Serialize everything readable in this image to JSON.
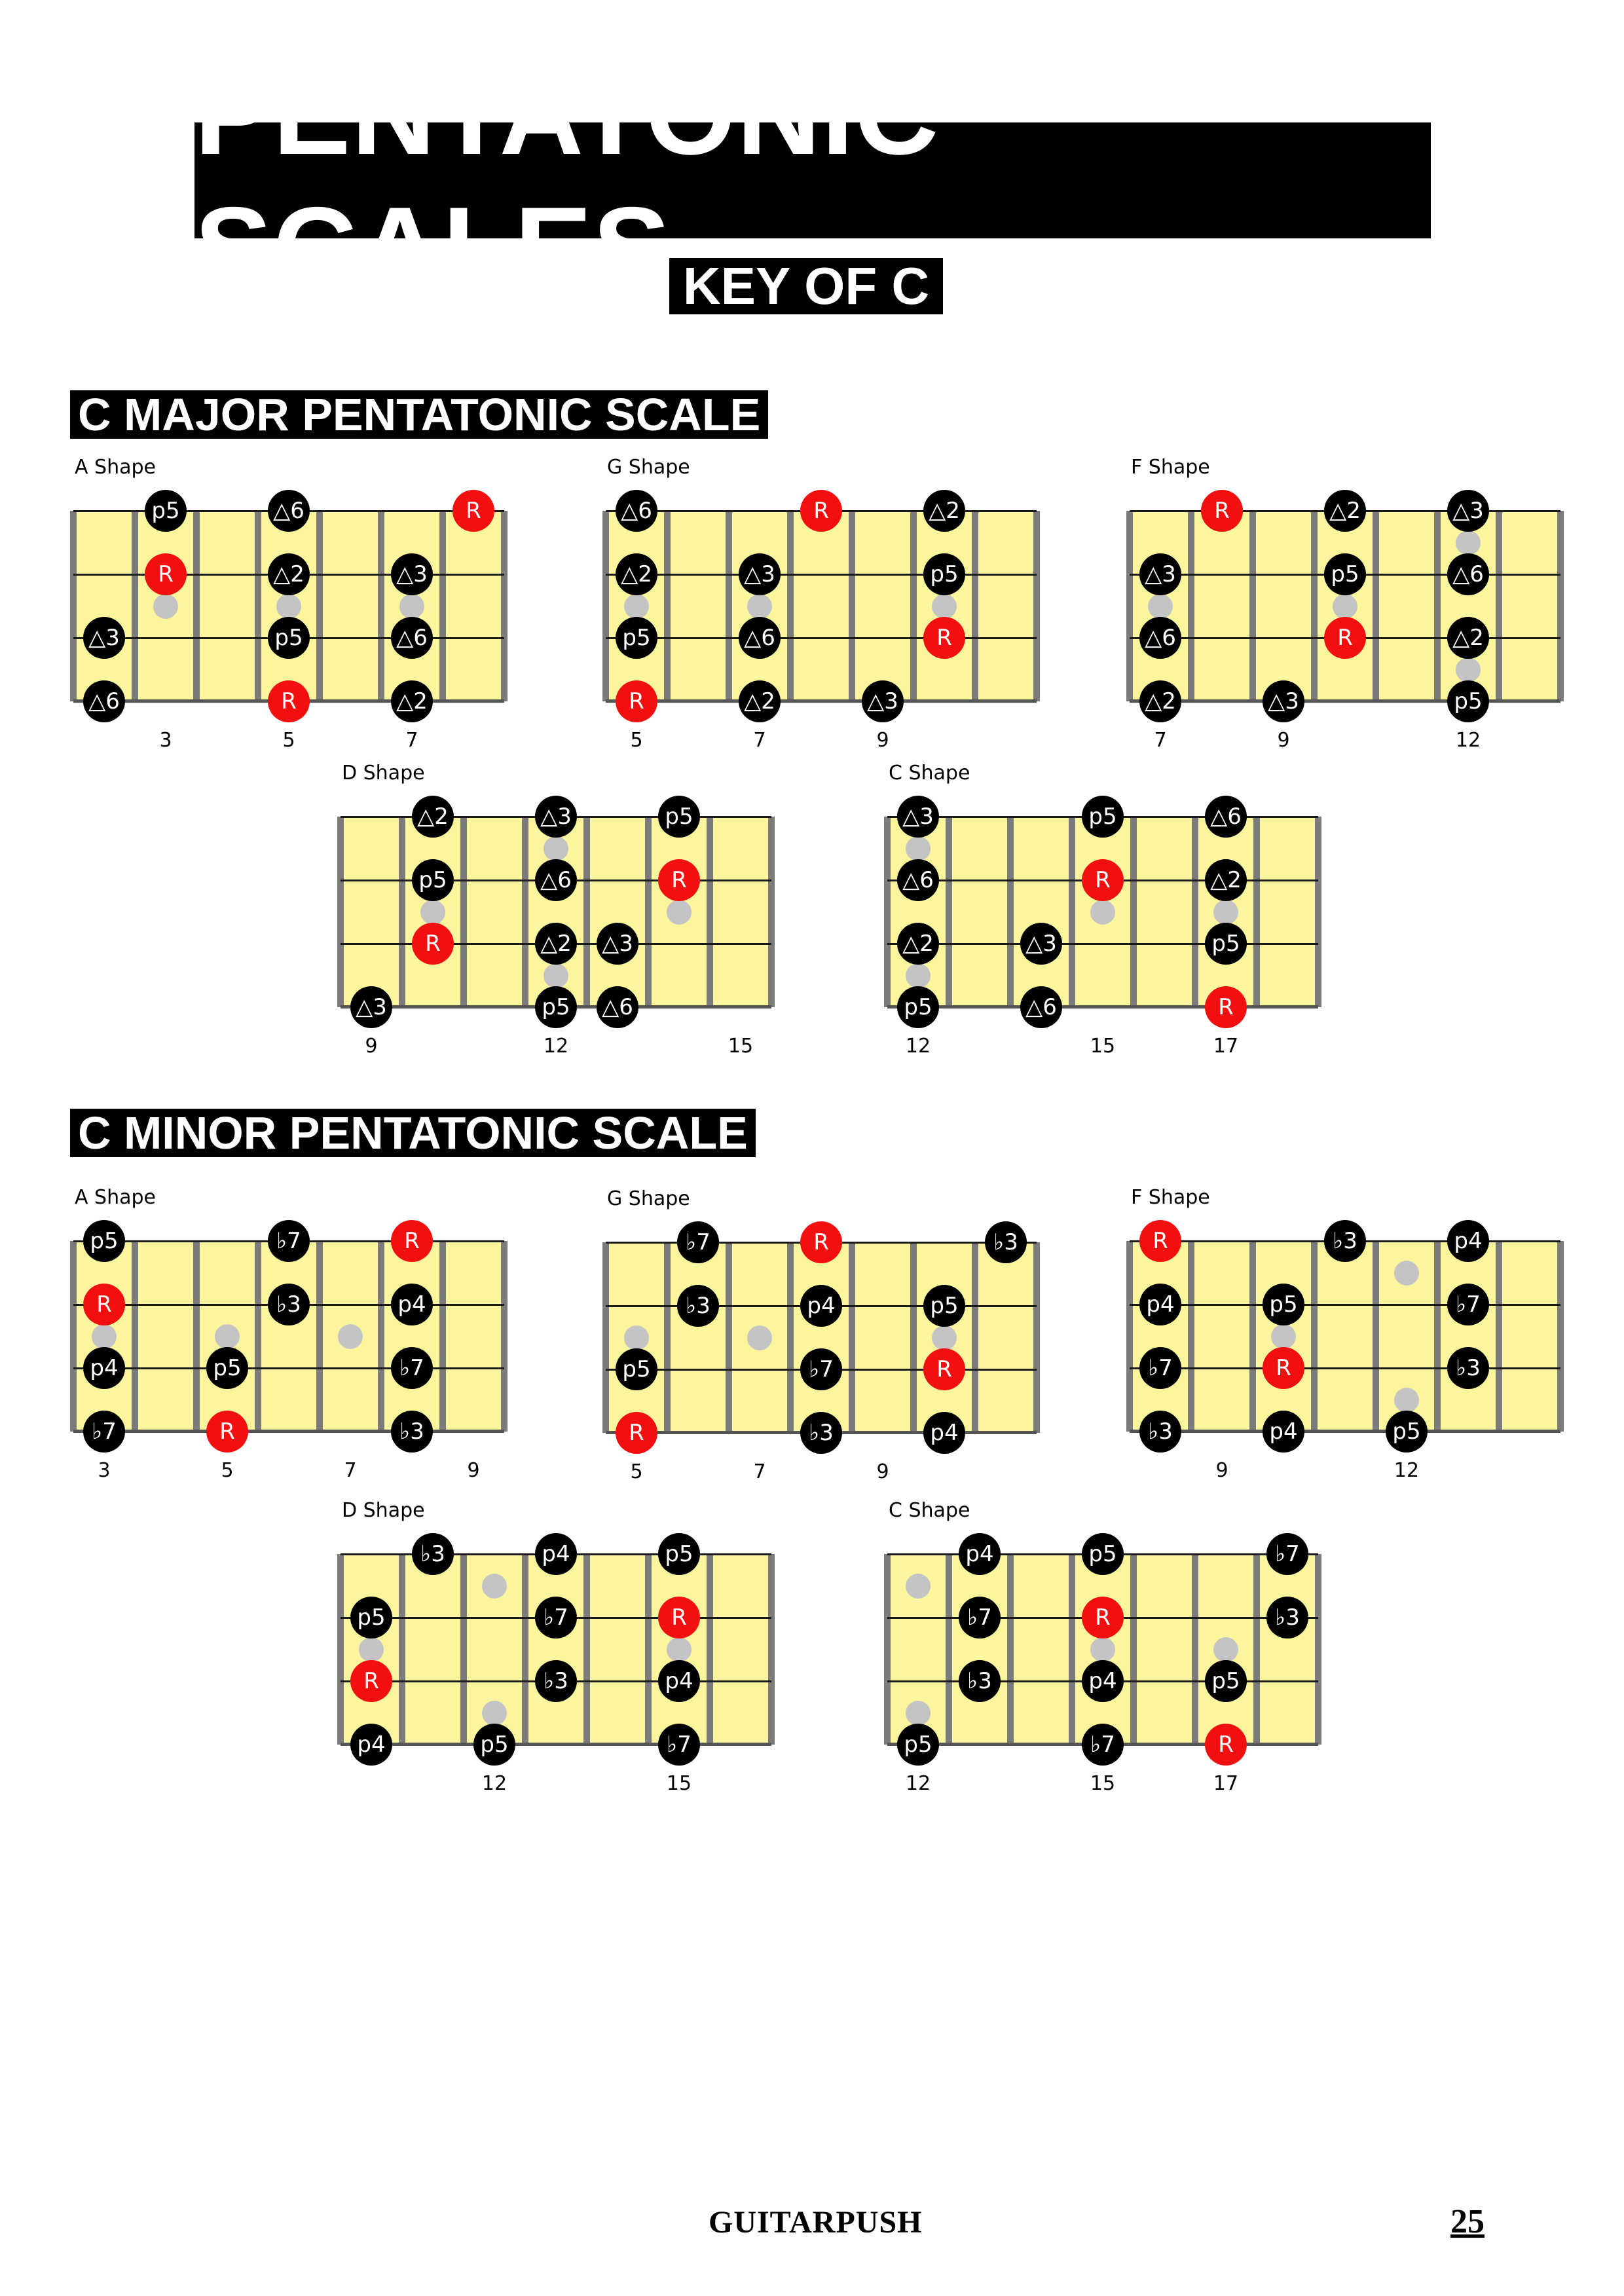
{
  "title": "PENTATONIC SCALES",
  "subtitle": "KEY OF C",
  "sections": [
    {
      "title": "C MAJOR PENTATONIC SCALE",
      "diagrams": [
        {
          "name": "A Shape",
          "fret_numbers": [
            "3",
            "5",
            "7"
          ],
          "notes": [
            [
              "p5",
              1,
              0,
              "n"
            ],
            [
              "△6",
              3,
              0,
              "n"
            ],
            [
              "R",
              6,
              0,
              "r"
            ],
            [
              "R",
              1,
              1,
              "r"
            ],
            [
              "△2",
              3,
              1,
              "n"
            ],
            [
              "△3",
              5,
              1,
              "n"
            ],
            [
              "△3",
              0,
              2,
              "n"
            ],
            [
              "p5",
              3,
              2,
              "n"
            ],
            [
              "△6",
              5,
              2,
              "n"
            ],
            [
              "△6",
              0,
              3,
              "n"
            ],
            [
              "R",
              3,
              3,
              "r"
            ],
            [
              "△2",
              5,
              3,
              "n"
            ]
          ],
          "markers": [
            [
              1,
              1.5
            ],
            [
              3,
              1.5
            ],
            [
              5,
              1.5
            ]
          ]
        },
        {
          "name": "G Shape",
          "fret_numbers": [
            "5",
            "7",
            "9"
          ],
          "notes": [
            [
              "△6",
              0,
              0,
              "n"
            ],
            [
              "R",
              3,
              0,
              "r"
            ],
            [
              "△2",
              5,
              0,
              "n"
            ],
            [
              "△2",
              0,
              1,
              "n"
            ],
            [
              "△3",
              2,
              1,
              "n"
            ],
            [
              "p5",
              5,
              1,
              "n"
            ],
            [
              "p5",
              0,
              2,
              "n"
            ],
            [
              "△6",
              2,
              2,
              "n"
            ],
            [
              "R",
              5,
              2,
              "r"
            ],
            [
              "R",
              0,
              3,
              "r"
            ],
            [
              "△2",
              2,
              3,
              "n"
            ],
            [
              "△3",
              4,
              3,
              "n"
            ]
          ],
          "markers": [
            [
              0,
              1.5
            ],
            [
              2,
              1.5
            ],
            [
              5,
              1.5
            ]
          ]
        },
        {
          "name": "F Shape",
          "fret_numbers": [
            "7",
            "9",
            "12"
          ],
          "notes": [
            [
              "R",
              1,
              0,
              "r"
            ],
            [
              "△2",
              3,
              0,
              "n"
            ],
            [
              "△3",
              5,
              0,
              "n"
            ],
            [
              "△3",
              0,
              1,
              "n"
            ],
            [
              "p5",
              3,
              1,
              "n"
            ],
            [
              "△6",
              5,
              1,
              "n"
            ],
            [
              "△6",
              0,
              2,
              "n"
            ],
            [
              "R",
              3,
              2,
              "r"
            ],
            [
              "△2",
              5,
              2,
              "n"
            ],
            [
              "△2",
              0,
              3,
              "n"
            ],
            [
              "△3",
              2,
              3,
              "n"
            ],
            [
              "p5",
              5,
              3,
              "n"
            ]
          ],
          "markers": [
            [
              0,
              1.5
            ],
            [
              3,
              1.5
            ],
            [
              5,
              0.5
            ],
            [
              5,
              2.5
            ]
          ]
        },
        {
          "name": "D Shape",
          "fret_numbers": [
            "9",
            "12",
            "15"
          ],
          "notes": [
            [
              "△2",
              1,
              0,
              "n"
            ],
            [
              "△3",
              3,
              0,
              "n"
            ],
            [
              "p5",
              5,
              0,
              "n"
            ],
            [
              "p5",
              1,
              1,
              "n"
            ],
            [
              "△6",
              3,
              1,
              "n"
            ],
            [
              "R",
              5,
              1,
              "r"
            ],
            [
              "R",
              1,
              2,
              "r"
            ],
            [
              "△2",
              3,
              2,
              "n"
            ],
            [
              "△3",
              4,
              2,
              "n"
            ],
            [
              "△3",
              0,
              3,
              "n"
            ],
            [
              "p5",
              3,
              3,
              "n"
            ],
            [
              "△6",
              4,
              3,
              "n"
            ]
          ],
          "markers": [
            [
              3,
              0.5
            ],
            [
              1,
              1.5
            ],
            [
              5,
              1.5
            ],
            [
              3,
              2.5
            ]
          ]
        },
        {
          "name": "C Shape",
          "fret_numbers": [
            "12",
            "15",
            "17"
          ],
          "notes": [
            [
              "△3",
              0,
              0,
              "n"
            ],
            [
              "p5",
              3,
              0,
              "n"
            ],
            [
              "△6",
              5,
              0,
              "n"
            ],
            [
              "△6",
              0,
              1,
              "n"
            ],
            [
              "R",
              3,
              1,
              "r"
            ],
            [
              "△2",
              5,
              1,
              "n"
            ],
            [
              "△2",
              0,
              2,
              "n"
            ],
            [
              "△3",
              2,
              2,
              "n"
            ],
            [
              "p5",
              5,
              2,
              "n"
            ],
            [
              "p5",
              0,
              3,
              "n"
            ],
            [
              "△6",
              2,
              3,
              "n"
            ],
            [
              "R",
              5,
              3,
              "r"
            ]
          ],
          "markers": [
            [
              0,
              0.5
            ],
            [
              3,
              1.5
            ],
            [
              5,
              1.5
            ],
            [
              0,
              2.5
            ]
          ]
        }
      ]
    },
    {
      "title": "C MINOR PENTATONIC SCALE",
      "diagrams": [
        {
          "name": "A Shape",
          "fret_numbers": [
            "3",
            "5",
            "7",
            "9"
          ],
          "notes": [
            [
              "p5",
              0,
              0,
              "n"
            ],
            [
              "♭7",
              3,
              0,
              "n"
            ],
            [
              "R",
              5,
              0,
              "r"
            ],
            [
              "R",
              0,
              1,
              "r"
            ],
            [
              "♭3",
              3,
              1,
              "n"
            ],
            [
              "p4",
              5,
              1,
              "n"
            ],
            [
              "p4",
              0,
              2,
              "n"
            ],
            [
              "p5",
              2,
              2,
              "n"
            ],
            [
              "♭7",
              5,
              2,
              "n"
            ],
            [
              "♭7",
              0,
              3,
              "n"
            ],
            [
              "R",
              2,
              3,
              "r"
            ],
            [
              "♭3",
              5,
              3,
              "n"
            ]
          ],
          "markers": [
            [
              0,
              1.5
            ],
            [
              2,
              1.5
            ],
            [
              4,
              1.5
            ]
          ]
        },
        {
          "name": "G Shape",
          "fret_numbers": [
            "5",
            "7",
            "9"
          ],
          "notes": [
            [
              "♭7",
              1,
              0,
              "n"
            ],
            [
              "R",
              3,
              0,
              "r"
            ],
            [
              "♭3",
              6,
              0,
              "n"
            ],
            [
              "♭3",
              1,
              1,
              "n"
            ],
            [
              "p4",
              3,
              1,
              "n"
            ],
            [
              "p5",
              5,
              1,
              "n"
            ],
            [
              "p5",
              0,
              2,
              "n"
            ],
            [
              "♭7",
              3,
              2,
              "n"
            ],
            [
              "R",
              5,
              2,
              "r"
            ],
            [
              "R",
              0,
              3,
              "r"
            ],
            [
              "♭3",
              3,
              3,
              "n"
            ],
            [
              "p4",
              5,
              3,
              "n"
            ]
          ],
          "markers": [
            [
              0,
              1.5
            ],
            [
              2,
              1.5
            ],
            [
              5,
              1.5
            ]
          ]
        },
        {
          "name": "F Shape",
          "fret_numbers": [
            "9",
            "12"
          ],
          "notes": [
            [
              "R",
              0,
              0,
              "r"
            ],
            [
              "♭3",
              3,
              0,
              "n"
            ],
            [
              "p4",
              5,
              0,
              "n"
            ],
            [
              "p4",
              0,
              1,
              "n"
            ],
            [
              "p5",
              2,
              1,
              "n"
            ],
            [
              "♭7",
              5,
              1,
              "n"
            ],
            [
              "♭7",
              0,
              2,
              "n"
            ],
            [
              "R",
              2,
              2,
              "r"
            ],
            [
              "♭3",
              5,
              2,
              "n"
            ],
            [
              "♭3",
              0,
              3,
              "n"
            ],
            [
              "p4",
              2,
              3,
              "n"
            ],
            [
              "p5",
              4,
              3,
              "n"
            ]
          ],
          "markers": [
            [
              4,
              0.5
            ],
            [
              2,
              1.5
            ],
            [
              4,
              2.5
            ]
          ]
        },
        {
          "name": "D Shape",
          "fret_numbers": [
            "12",
            "15"
          ],
          "notes": [
            [
              "♭3",
              1,
              0,
              "n"
            ],
            [
              "p4",
              3,
              0,
              "n"
            ],
            [
              "p5",
              5,
              0,
              "n"
            ],
            [
              "p5",
              0,
              1,
              "n"
            ],
            [
              "♭7",
              3,
              1,
              "n"
            ],
            [
              "R",
              5,
              1,
              "r"
            ],
            [
              "R",
              0,
              2,
              "r"
            ],
            [
              "♭3",
              3,
              2,
              "n"
            ],
            [
              "p4",
              5,
              2,
              "n"
            ],
            [
              "p4",
              0,
              3,
              "n"
            ],
            [
              "p5",
              2,
              3,
              "n"
            ],
            [
              "♭7",
              5,
              3,
              "n"
            ]
          ],
          "markers": [
            [
              2,
              0.5
            ],
            [
              0,
              1.5
            ],
            [
              5,
              1.5
            ],
            [
              2,
              2.5
            ]
          ]
        },
        {
          "name": "C Shape",
          "fret_numbers": [
            "12",
            "15",
            "17"
          ],
          "notes": [
            [
              "p4",
              1,
              0,
              "n"
            ],
            [
              "p5",
              3,
              0,
              "n"
            ],
            [
              "♭7",
              6,
              0,
              "n"
            ],
            [
              "♭7",
              1,
              1,
              "n"
            ],
            [
              "R",
              3,
              1,
              "r"
            ],
            [
              "♭3",
              6,
              1,
              "n"
            ],
            [
              "♭3",
              1,
              2,
              "n"
            ],
            [
              "p4",
              3,
              2,
              "n"
            ],
            [
              "p5",
              5,
              2,
              "n"
            ],
            [
              "p5",
              0,
              3,
              "n"
            ],
            [
              "♭7",
              3,
              3,
              "n"
            ],
            [
              "R",
              5,
              3,
              "r"
            ]
          ],
          "markers": [
            [
              0,
              0.5
            ],
            [
              3,
              1.5
            ],
            [
              5,
              1.5
            ],
            [
              0,
              2.5
            ]
          ]
        }
      ]
    }
  ],
  "footer": {
    "brand": "GUITARPUSH",
    "page_number": "25"
  }
}
